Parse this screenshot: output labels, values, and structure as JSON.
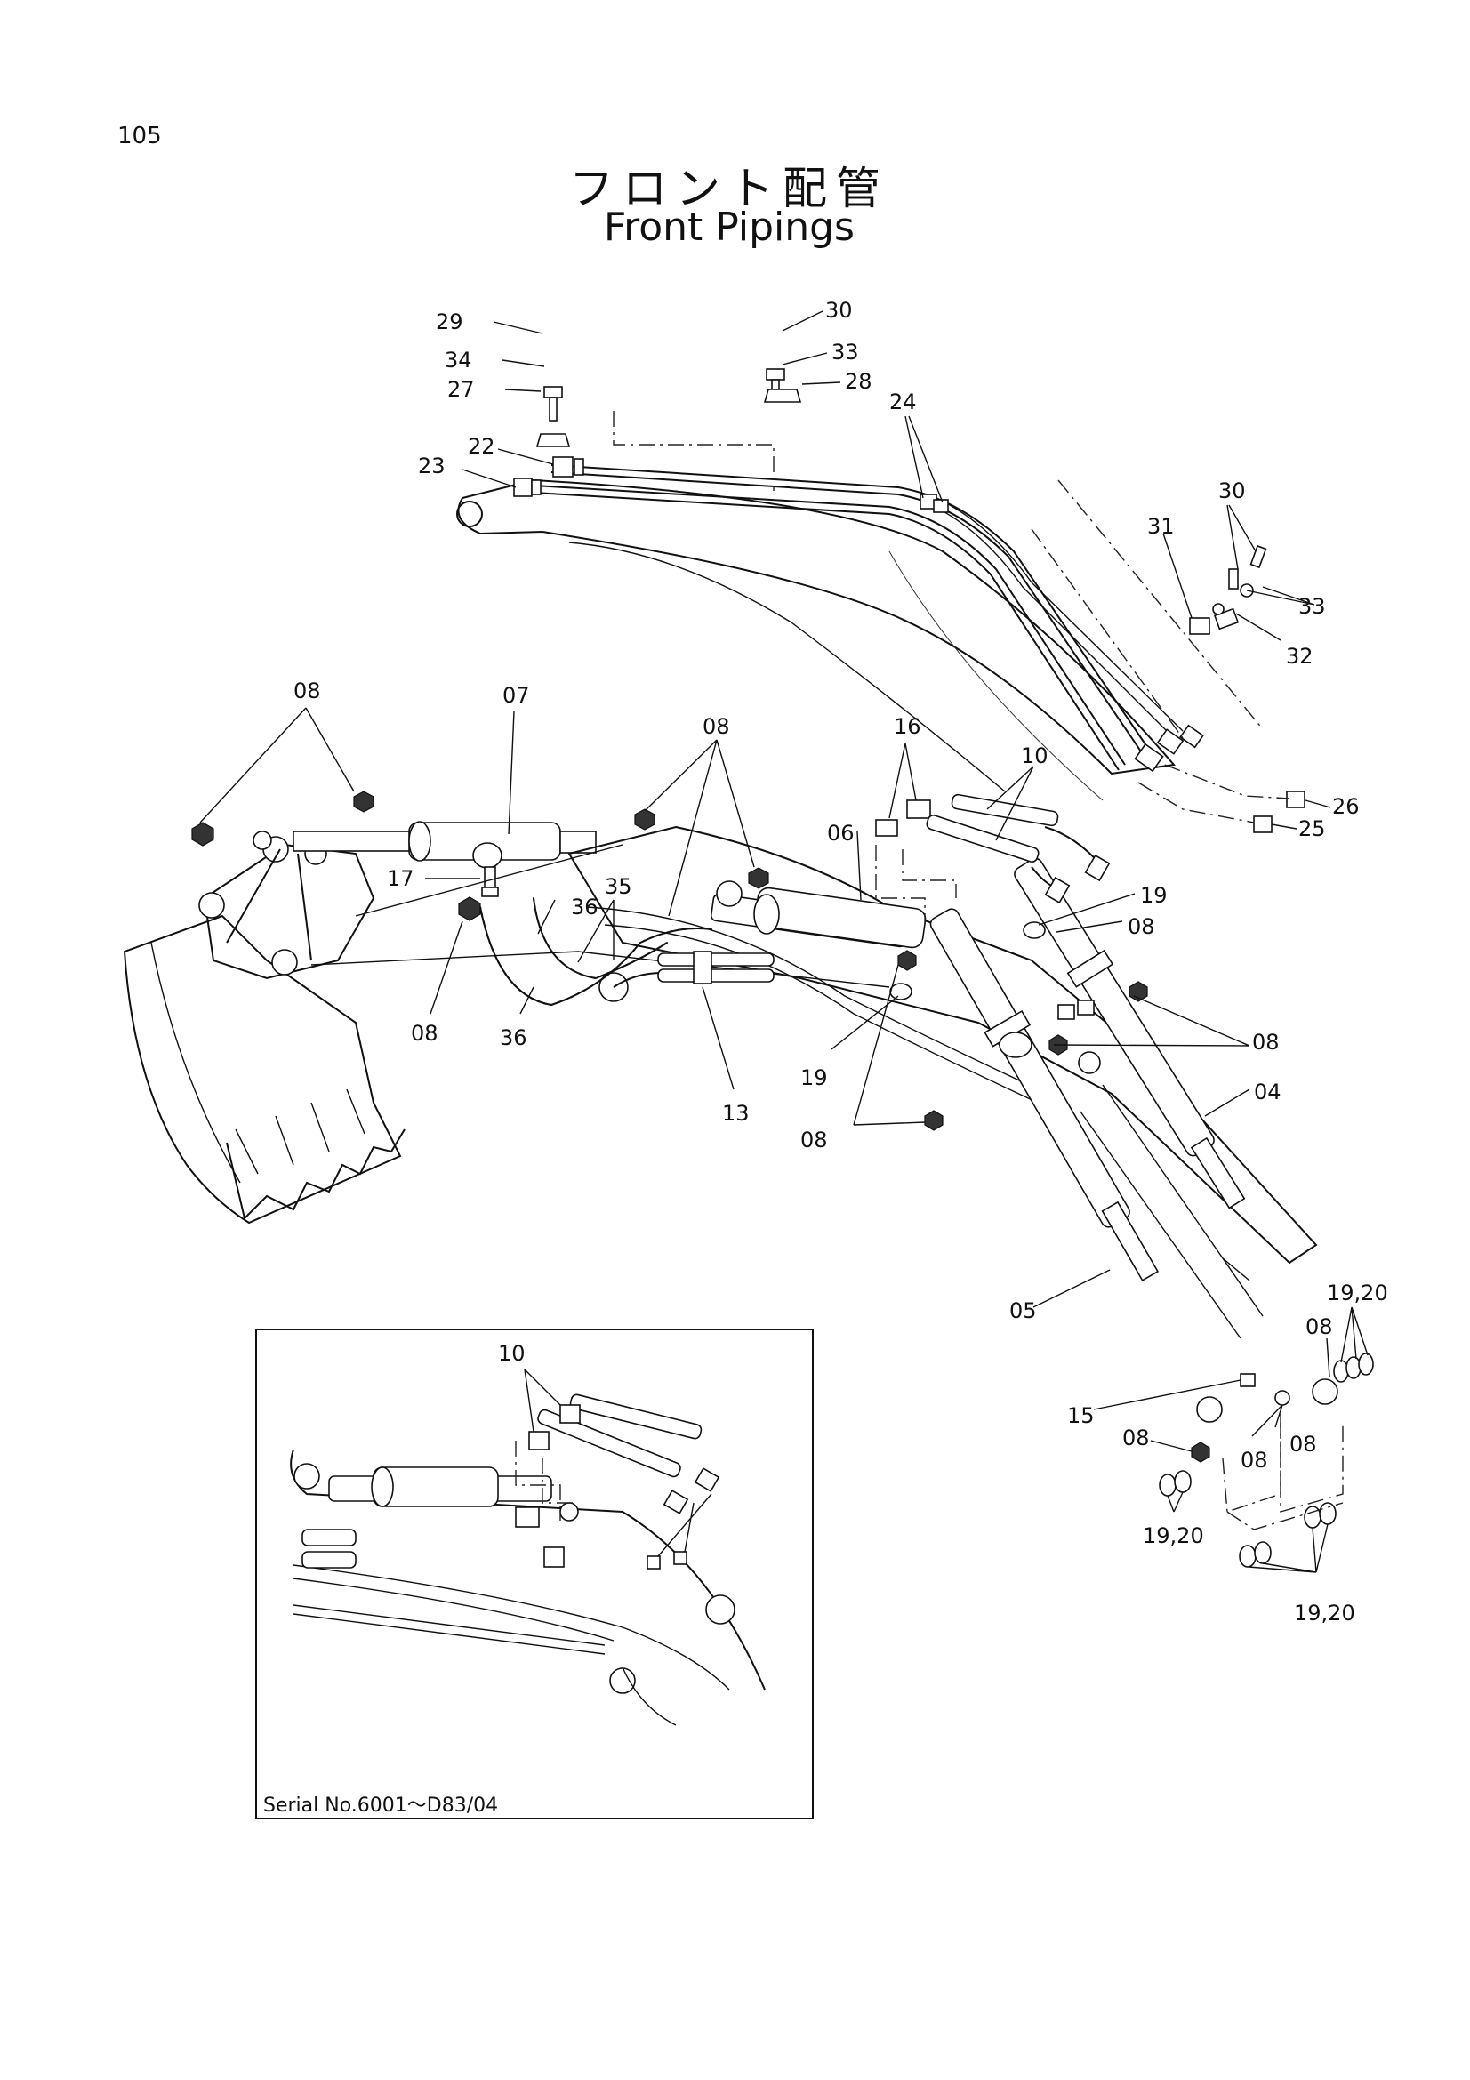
{
  "page": {
    "number": "105",
    "title_jp": "フロント配管",
    "title_en": "Front Pipings"
  },
  "inset": {
    "caption": "Serial No.6001～D83/04"
  },
  "callouts": [
    {
      "id": "c29",
      "text": "29"
    },
    {
      "id": "c34",
      "text": "34"
    },
    {
      "id": "c27",
      "text": "27"
    },
    {
      "id": "c30a",
      "text": "30"
    },
    {
      "id": "c33a",
      "text": "33"
    },
    {
      "id": "c28",
      "text": "28"
    },
    {
      "id": "c24",
      "text": "24"
    },
    {
      "id": "c22",
      "text": "22"
    },
    {
      "id": "c23",
      "text": "23"
    },
    {
      "id": "c30b",
      "text": "30"
    },
    {
      "id": "c31",
      "text": "31"
    },
    {
      "id": "c33b",
      "text": "33"
    },
    {
      "id": "c32",
      "text": "32"
    },
    {
      "id": "c26",
      "text": "26"
    },
    {
      "id": "c25",
      "text": "25"
    },
    {
      "id": "c08a",
      "text": "08"
    },
    {
      "id": "c07",
      "text": "07"
    },
    {
      "id": "c08b",
      "text": "08"
    },
    {
      "id": "c16",
      "text": "16"
    },
    {
      "id": "c10a",
      "text": "10"
    },
    {
      "id": "c06",
      "text": "06"
    },
    {
      "id": "c17",
      "text": "17"
    },
    {
      "id": "c35",
      "text": "35"
    },
    {
      "id": "c36a",
      "text": "36"
    },
    {
      "id": "c19a",
      "text": "19"
    },
    {
      "id": "c08c",
      "text": "08"
    },
    {
      "id": "c08d",
      "text": "08"
    },
    {
      "id": "c36b",
      "text": "36"
    },
    {
      "id": "c13",
      "text": "13"
    },
    {
      "id": "c19b",
      "text": "19"
    },
    {
      "id": "c08e",
      "text": "08"
    },
    {
      "id": "c08f",
      "text": "08"
    },
    {
      "id": "c04",
      "text": "04"
    },
    {
      "id": "c1920a",
      "text": "19,20"
    },
    {
      "id": "c05",
      "text": "05"
    },
    {
      "id": "c08g",
      "text": "08"
    },
    {
      "id": "c15",
      "text": "15"
    },
    {
      "id": "c08h",
      "text": "08"
    },
    {
      "id": "c08i",
      "text": "08"
    },
    {
      "id": "c08j",
      "text": "08"
    },
    {
      "id": "c1920b",
      "text": "19,20"
    },
    {
      "id": "c1920c",
      "text": "19,20"
    },
    {
      "id": "c10b",
      "text": "10"
    }
  ]
}
